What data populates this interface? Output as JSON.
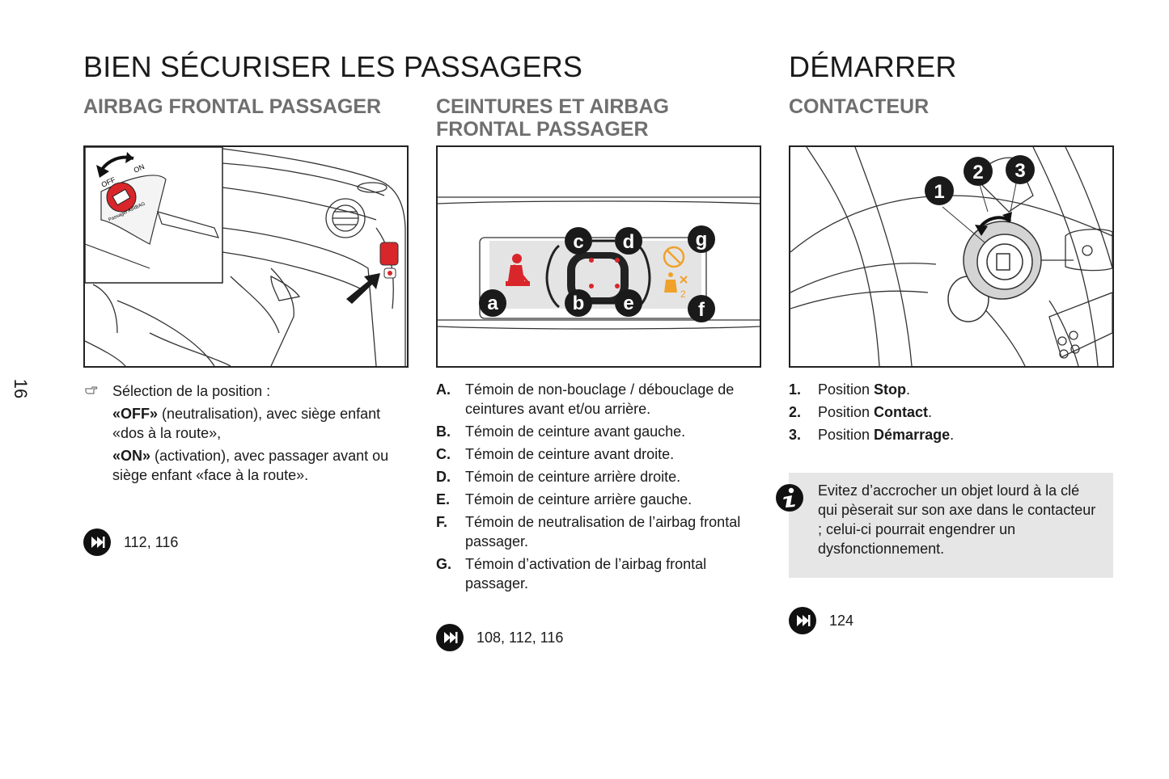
{
  "page_number": "16",
  "left": {
    "title": "BIEN SÉCURISER LES PASSAGERS",
    "col1": {
      "subtitle": "AIRBAG FRONTAL PASSAGER",
      "figure_labels": {
        "off": "OFF",
        "on": "ON",
        "airbag": "Passager AIRBAG"
      },
      "bullet_icon": "hand-pointer-icon",
      "intro": "Sélection de la position :",
      "off_label": "«OFF»",
      "off_text": " (neutralisation), avec siège enfant «dos à la route»,",
      "on_label": "«ON»",
      "on_text": " (activation), avec passager avant ou siège enfant «face à la route».",
      "ref_icon": "next-page-icon",
      "refs": "112, 116"
    },
    "col2": {
      "subtitle_line1": "CEINTURES ET AIRBAG",
      "subtitle_line2": "FRONTAL PASSAGER",
      "markers": {
        "a": "a",
        "b": "b",
        "c": "c",
        "d": "d",
        "e": "e",
        "f": "f",
        "g": "g"
      },
      "items": [
        {
          "key": "A.",
          "text": "Témoin de non-bouclage / débouclage de ceintures avant et/ou arrière."
        },
        {
          "key": "B.",
          "text": "Témoin de ceinture avant gauche."
        },
        {
          "key": "C.",
          "text": "Témoin de ceinture avant droite."
        },
        {
          "key": "D.",
          "text": "Témoin de ceinture arrière droite."
        },
        {
          "key": "E.",
          "text": "Témoin de ceinture arrière gauche."
        },
        {
          "key": "F.",
          "text": "Témoin de neutralisation de l’airbag frontal passager."
        },
        {
          "key": "G.",
          "text": "Témoin d’activation de l’airbag frontal passager."
        }
      ],
      "ref_icon": "next-page-icon",
      "refs": "108, 112, 116"
    }
  },
  "right": {
    "title": "DÉMARRER",
    "subtitle": "CONTACTEUR",
    "markers": {
      "m1": "1",
      "m2": "2",
      "m3": "3"
    },
    "items": [
      {
        "key": "1.",
        "prefix": "Position ",
        "bold": "Stop",
        "suffix": "."
      },
      {
        "key": "2.",
        "prefix": "Position ",
        "bold": "Contact",
        "suffix": "."
      },
      {
        "key": "3.",
        "prefix": "Position ",
        "bold": "Démarrage",
        "suffix": "."
      }
    ],
    "note_icon": "info-icon",
    "note": "Evitez d’accrocher un objet lourd à la clé qui pèserait sur son axe dans le contacteur ; celui-ci pourrait engendrer un dysfonctionnement.",
    "ref_icon": "next-page-icon",
    "refs": "124"
  },
  "colors": {
    "accent_red": "#d8262b",
    "accent_orange": "#f0a12a",
    "subtitle_gray": "#6f6f6f",
    "note_bg": "#e6e6e6"
  }
}
